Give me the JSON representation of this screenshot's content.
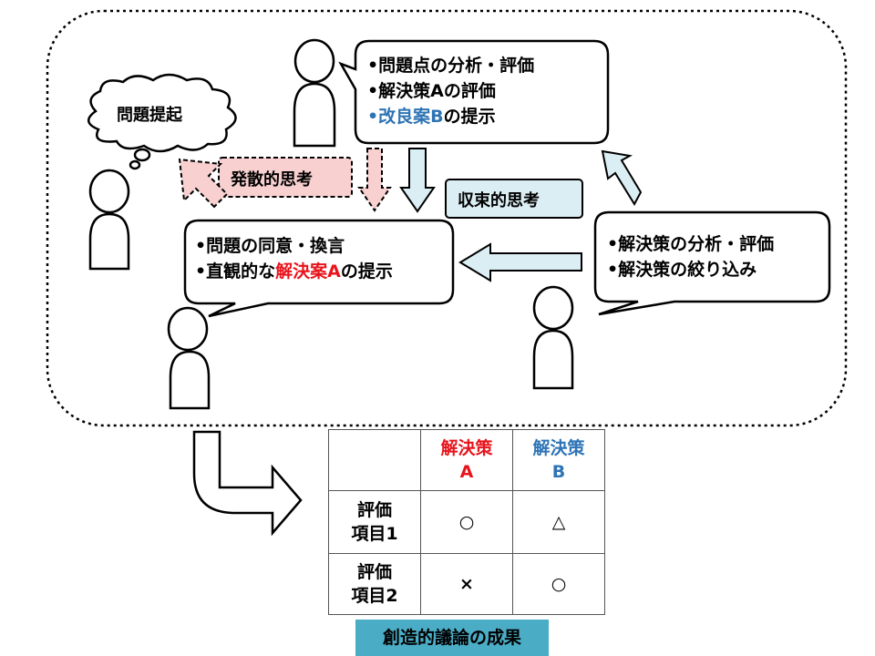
{
  "think_cloud": {
    "text": "問題提起"
  },
  "bubble_top": {
    "line1": "•問題点の分析・評価",
    "line2": "•解決策Aの評価",
    "line3_prefix": "•改良案B",
    "line3_suffix": "の提示"
  },
  "bubble_left": {
    "line1": "•問題の同意・換言",
    "line2_prefix": "•直観的な",
    "line2_highlight": "解決案A",
    "line2_suffix": "の提示"
  },
  "bubble_right": {
    "line1": "•解決策の分析・評価",
    "line2": "•解決策の絞り込み"
  },
  "labels": {
    "divergent": "発散的思考",
    "convergent": "収束的思考"
  },
  "result_table": {
    "col_a_name": "解決策",
    "col_a_letter": "A",
    "col_b_name": "解決策",
    "col_b_letter": "B",
    "rows": [
      {
        "label_line1": "評価",
        "label_line2": "項目1",
        "a": "○",
        "b": "△"
      },
      {
        "label_line1": "評価",
        "label_line2": "項目2",
        "a": "×",
        "b": "○"
      }
    ]
  },
  "outcome_label": "創造的議論の成果",
  "colors": {
    "divergent_fill": "#f8d0d0",
    "convergent_fill": "#dbeef4",
    "highlight_red": "#e8141c",
    "highlight_blue": "#2e74b5",
    "outcome_fill": "#4bacc6"
  }
}
